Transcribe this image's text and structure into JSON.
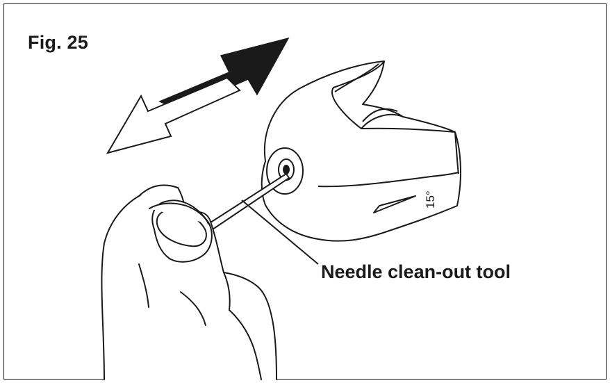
{
  "figure": {
    "title": "Fig. 25",
    "callout": "Needle clean-out tool",
    "angle_marking": "15°"
  },
  "colors": {
    "ink": "#1a1a1a",
    "paper": "#ffffff"
  },
  "icons": {
    "forward_arrow": "arrow-up-right-filled",
    "back_arrow": "arrow-down-left-outline"
  }
}
